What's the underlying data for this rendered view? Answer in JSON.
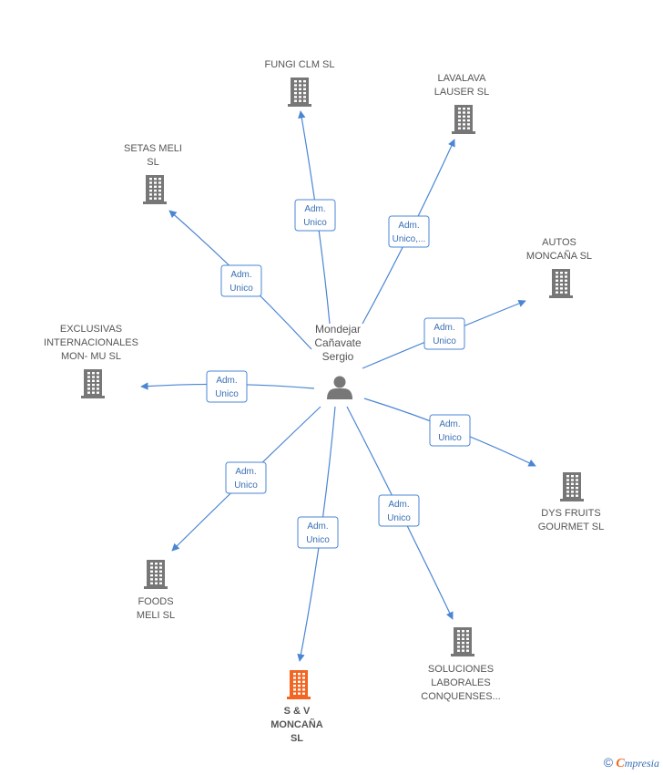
{
  "center": {
    "lines": [
      "Mondejar",
      "Cañavate",
      "Sergio"
    ]
  },
  "colors": {
    "edge": "#4a86d4",
    "building": "#777777",
    "highlight": "#f26522",
    "person": "#777777"
  },
  "nodes": [
    {
      "id": "fungi",
      "lines": [
        "FUNGI CLM  SL"
      ],
      "highlight": false
    },
    {
      "id": "lavalava",
      "lines": [
        "LAVALAVA",
        "LAUSER SL"
      ],
      "highlight": false
    },
    {
      "id": "setas",
      "lines": [
        "SETAS MELI",
        "SL"
      ],
      "highlight": false
    },
    {
      "id": "autos",
      "lines": [
        "AUTOS",
        "MONCAÑA SL"
      ],
      "highlight": false
    },
    {
      "id": "exclusivas",
      "lines": [
        "EXCLUSIVAS",
        "INTERNACIONALES",
        "MON- MU SL"
      ],
      "highlight": false
    },
    {
      "id": "dys",
      "lines": [
        "DYS FRUITS",
        "GOURMET  SL"
      ],
      "highlight": false
    },
    {
      "id": "foods",
      "lines": [
        "FOODS",
        "MELI  SL"
      ],
      "highlight": false
    },
    {
      "id": "soluciones",
      "lines": [
        "SOLUCIONES",
        "LABORALES",
        "CONQUENSES..."
      ],
      "highlight": false
    },
    {
      "id": "sv",
      "lines": [
        "S & V",
        "MONCAÑA",
        "SL"
      ],
      "highlight": true
    }
  ],
  "edges": [
    {
      "target": "fungi",
      "label": [
        "Adm.",
        "Unico"
      ]
    },
    {
      "target": "lavalava",
      "label": [
        "Adm.",
        "Unico,..."
      ]
    },
    {
      "target": "setas",
      "label": [
        "Adm.",
        "Unico"
      ]
    },
    {
      "target": "autos",
      "label": [
        "Adm.",
        "Unico"
      ]
    },
    {
      "target": "exclusivas",
      "label": [
        "Adm.",
        "Unico"
      ]
    },
    {
      "target": "dys",
      "label": [
        "Adm.",
        "Unico"
      ]
    },
    {
      "target": "foods",
      "label": [
        "Adm.",
        "Unico"
      ]
    },
    {
      "target": "soluciones",
      "label": [
        "Adm.",
        "Unico"
      ]
    },
    {
      "target": "sv",
      "label": [
        "Adm.",
        "Unico"
      ]
    }
  ],
  "footer": {
    "copyright_symbol": "©",
    "brand_first": "C",
    "brand_rest": "mpresia"
  }
}
